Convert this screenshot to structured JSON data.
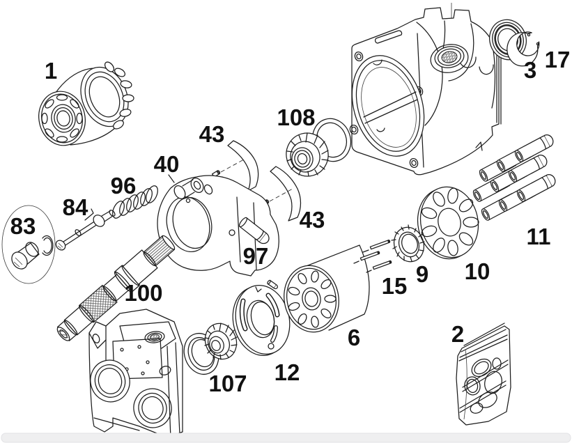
{
  "diagram": {
    "type": "exploded-parts-diagram",
    "background": "#ffffff",
    "line_color": "#1c1c1c",
    "label_color": "#111111",
    "footer_bar_color": "#efeff0",
    "labels": {
      "p1": {
        "text": "1"
      },
      "p2": {
        "text": "2"
      },
      "p3": {
        "text": "3"
      },
      "p6": {
        "text": "6"
      },
      "p9": {
        "text": "9"
      },
      "p10": {
        "text": "10"
      },
      "p11": {
        "text": "11"
      },
      "p12": {
        "text": "12"
      },
      "p15": {
        "text": "15"
      },
      "p17": {
        "text": "17"
      },
      "p40": {
        "text": "40"
      },
      "p43a": {
        "text": "43"
      },
      "p43b": {
        "text": "43"
      },
      "p83": {
        "text": "83"
      },
      "p84": {
        "text": "84"
      },
      "p96": {
        "text": "96"
      },
      "p97": {
        "text": "97"
      },
      "p100": {
        "text": "100"
      },
      "p107": {
        "text": "107"
      },
      "p108": {
        "text": "108"
      }
    }
  }
}
